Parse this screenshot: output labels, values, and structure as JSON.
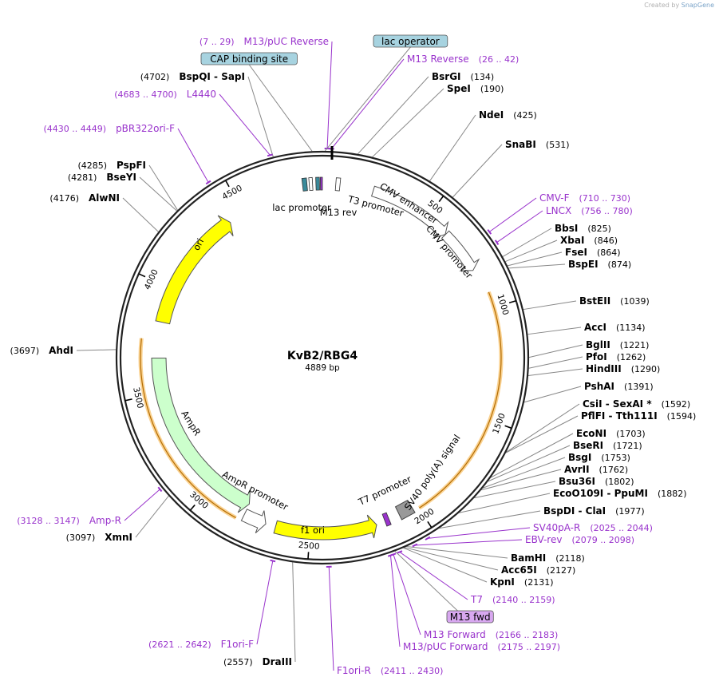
{
  "credit": {
    "prefix": "Created by",
    "brand": "SnapGene"
  },
  "plasmid": {
    "name": "KvB2/RBG4",
    "length_label": "4889 bp",
    "length": 4889
  },
  "colors": {
    "feature_arrow": "#ffffff",
    "ori": "#ffff00",
    "ampr": "#ccffcc",
    "primer": "#9933cc",
    "enzyme_line": "#888888",
    "outline": "#222222",
    "orf_highlight": "#f5a623",
    "tag_lac": "#a7d3e0",
    "tag_m13": "#d8a8f0",
    "cmv_hairpin": "#777777"
  },
  "ticks": [
    "500",
    "1000",
    "1500",
    "2000",
    "2500",
    "3000",
    "3500",
    "4000",
    "4500"
  ],
  "features": [
    {
      "label": "CMV enhancer",
      "start": 230,
      "end": 610,
      "type": "arrow"
    },
    {
      "label": "CMV promoter",
      "start": 611,
      "end": 814,
      "type": "arrow"
    },
    {
      "label": "lac promoter",
      "start": 4819,
      "end": 4849,
      "type": "box"
    },
    {
      "label": "M13 rev",
      "start": 4860,
      "end": 4876,
      "type": "box"
    },
    {
      "label": "T3 promoter",
      "start": 60,
      "end": 79,
      "type": "box"
    },
    {
      "label": "SV40 poly(A) signal",
      "start": 2020,
      "end": 2142,
      "type": "box"
    },
    {
      "label": "T7 promoter",
      "start": 2140,
      "end": 2159,
      "type": "box"
    },
    {
      "label": "f1 ori",
      "start": 2200,
      "end": 2655,
      "type": "arrow"
    },
    {
      "label": "AmpR promoter",
      "start": 2700,
      "end": 2804,
      "type": "arrow"
    },
    {
      "label": "AmpR",
      "start": 2805,
      "end": 3665,
      "type": "arrow"
    },
    {
      "label": "ori",
      "start": 3836,
      "end": 4424,
      "type": "arrow"
    }
  ],
  "enzymes": [
    {
      "name": "BsrGI",
      "pos": "(134)"
    },
    {
      "name": "SpeI",
      "pos": "(190)"
    },
    {
      "name": "NdeI",
      "pos": "(425)"
    },
    {
      "name": "SnaBI",
      "pos": "(531)"
    },
    {
      "name": "BbsI",
      "pos": "(825)"
    },
    {
      "name": "XbaI",
      "pos": "(846)"
    },
    {
      "name": "FseI",
      "pos": "(864)"
    },
    {
      "name": "BspEI",
      "pos": "(874)"
    },
    {
      "name": "BstEII",
      "pos": "(1039)"
    },
    {
      "name": "AccI",
      "pos": "(1134)"
    },
    {
      "name": "BglII",
      "pos": "(1221)"
    },
    {
      "name": "PfoI",
      "pos": "(1262)"
    },
    {
      "name": "HindIII",
      "pos": "(1290)"
    },
    {
      "name": "PshAI",
      "pos": "(1391)"
    },
    {
      "name": "CsiI  -  SexAI *",
      "pos": "(1592)"
    },
    {
      "name": "PflFI  -  Tth111I",
      "pos": "(1594)"
    },
    {
      "name": "EcoNI",
      "pos": "(1703)"
    },
    {
      "name": "BseRI",
      "pos": "(1721)"
    },
    {
      "name": "BsgI",
      "pos": "(1753)"
    },
    {
      "name": "AvrII",
      "pos": "(1762)"
    },
    {
      "name": "Bsu36I",
      "pos": "(1802)"
    },
    {
      "name": "EcoO109I  -  PpuMI",
      "pos": "(1882)"
    },
    {
      "name": "BspDI  -  ClaI",
      "pos": "(1977)"
    },
    {
      "name": "BamHI",
      "pos": "(2118)"
    },
    {
      "name": "Acc65I",
      "pos": "(2127)"
    },
    {
      "name": "KpnI",
      "pos": "(2131)"
    },
    {
      "name": "DraIII",
      "pos": "(2557)"
    },
    {
      "name": "XmnI",
      "pos": "(3097)"
    },
    {
      "name": "AhdI",
      "pos": "(3697)"
    },
    {
      "name": "AlwNI",
      "pos": "(4176)"
    },
    {
      "name": "BseYI",
      "pos": "(4281)"
    },
    {
      "name": "PspFI",
      "pos": "(4285)"
    },
    {
      "name": "BspQI  -  SapI",
      "pos": "(4702)"
    }
  ],
  "primers": [
    {
      "name": "M13/pUC Reverse",
      "range": "(7 .. 29)"
    },
    {
      "name": "M13 Reverse",
      "range": "(26 .. 42)"
    },
    {
      "name": "CMV-F",
      "range": "(710 .. 730)"
    },
    {
      "name": "LNCX",
      "range": "(756 .. 780)"
    },
    {
      "name": "SV40pA-R",
      "range": "(2025 .. 2044)"
    },
    {
      "name": "EBV-rev",
      "range": "(2079 .. 2098)"
    },
    {
      "name": "T7",
      "range": "(2140 .. 2159)"
    },
    {
      "name": "M13 Forward",
      "range": "(2166 .. 2183)"
    },
    {
      "name": "M13/pUC Forward",
      "range": "(2175 .. 2197)"
    },
    {
      "name": "F1ori-R",
      "range": "(2411 .. 2430)"
    },
    {
      "name": "F1ori-F",
      "range": "(2621 .. 2642)"
    },
    {
      "name": "Amp-R",
      "range": "(3128 .. 3147)"
    },
    {
      "name": "pBR322ori-F",
      "range": "(4430 .. 4449)"
    },
    {
      "name": "L4440",
      "range": "(4683 .. 4700)"
    }
  ],
  "tags": [
    {
      "name": "lac operator"
    },
    {
      "name": "CAP binding site"
    },
    {
      "name": "M13 fwd"
    }
  ]
}
